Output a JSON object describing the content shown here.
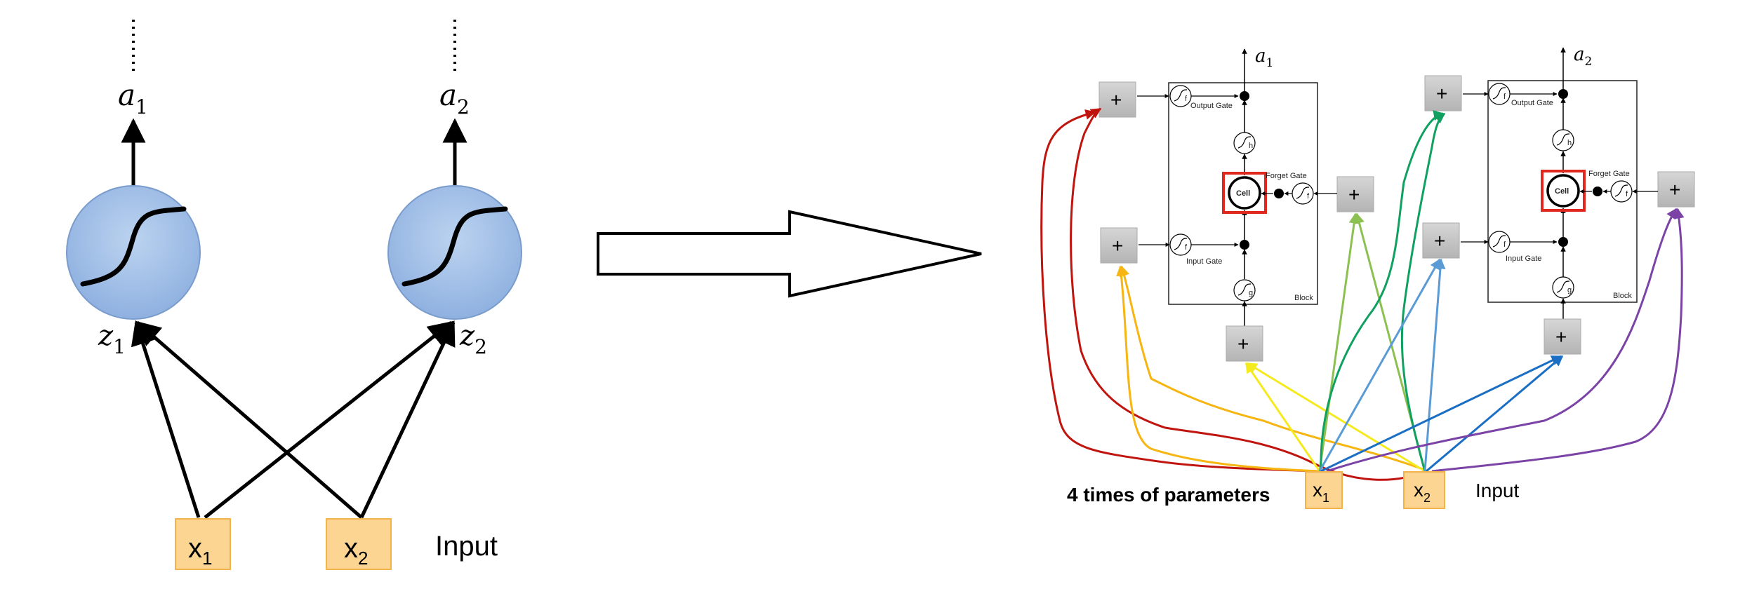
{
  "left_network": {
    "neuron_1_output": "a",
    "neuron_1_output_sub": "1",
    "neuron_2_output": "a",
    "neuron_2_output_sub": "2",
    "neuron_1_input": "z",
    "neuron_1_input_sub": "1",
    "neuron_2_input": "z",
    "neuron_2_input_sub": "2",
    "input_1": "x",
    "input_1_sub": "1",
    "input_2": "x",
    "input_2_sub": "2",
    "input_label": "Input"
  },
  "right_network": {
    "output_1": "a",
    "output_1_sub": "1",
    "output_2": "a",
    "output_2_sub": "2",
    "block_1": {
      "output_gate": "Output Gate",
      "forget_gate": "Forget Gate",
      "input_gate": "Input Gate",
      "cell": "Cell",
      "block_label": "Block",
      "f_sub": "f",
      "h_sub": "h",
      "g_sub": "g"
    },
    "block_2": {
      "output_gate": "Output Gate",
      "forget_gate": "Forget Gate",
      "input_gate": "Input Gate",
      "cell": "Cell",
      "block_label": "Block",
      "f_sub": "f",
      "h_sub": "h",
      "g_sub": "g"
    },
    "plus": "+",
    "input_1": "x",
    "input_1_sub": "1",
    "input_2": "x",
    "input_2_sub": "2",
    "input_label": "Input",
    "caption": "4 times of parameters"
  },
  "colors": {
    "neuron_fill": "#a4c2e8",
    "input_box_fill": "#fcd593",
    "input_box_stroke": "#f2b44a",
    "plus_box_fill": "#c4c4c4",
    "cell_highlight": "#e0281e",
    "output_gate_wire": "#c0150f",
    "input_gate_wire": "#f6b511",
    "block_input_wire": "#f4ea1e",
    "forget_gate_wire_1": "#8cc152",
    "output_gate_wire_2": "#10a060",
    "input_gate_wire_2": "#5b9bd5",
    "block_input_wire_2": "#1a6fc4",
    "forget_gate_wire_2": "#7b43a6"
  }
}
